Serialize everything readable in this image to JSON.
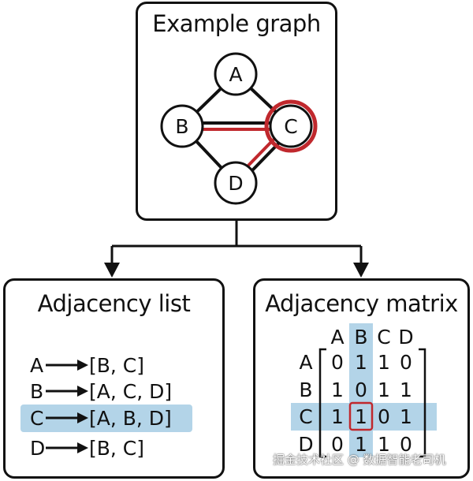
{
  "example": {
    "title": "Example graph"
  },
  "graph": {
    "nodes": [
      "A",
      "B",
      "C",
      "D"
    ],
    "edges": [
      [
        "A",
        "B"
      ],
      [
        "A",
        "C"
      ],
      [
        "B",
        "C"
      ],
      [
        "B",
        "D"
      ],
      [
        "C",
        "D"
      ]
    ],
    "highlight_node": "C",
    "highlight_edges": [
      [
        "B",
        "C"
      ],
      [
        "C",
        "D"
      ]
    ],
    "colors": {
      "highlight": "#c0282d",
      "row_column_highlight": "#b3d4e8",
      "line": "#111111"
    }
  },
  "adj_list": {
    "title": "Adjacency list",
    "rows": [
      {
        "node": "A",
        "neighbors": "[B, C]"
      },
      {
        "node": "B",
        "neighbors": "[A, C, D]"
      },
      {
        "node": "C",
        "neighbors": "[A, B, D]"
      },
      {
        "node": "D",
        "neighbors": "[B, C]"
      }
    ],
    "highlight_row": 2
  },
  "adj_matrix": {
    "title": "Adjacency matrix",
    "col_headers": [
      "A",
      "B",
      "C",
      "D"
    ],
    "row_headers": [
      "A",
      "B",
      "C",
      "D"
    ],
    "cells": [
      [
        "0",
        "1",
        "1",
        "0"
      ],
      [
        "1",
        "0",
        "1",
        "1"
      ],
      [
        "1",
        "1",
        "0",
        "1"
      ],
      [
        "0",
        "1",
        "1",
        "0"
      ]
    ],
    "highlight_row": 2,
    "highlight_col": 1,
    "highlight_cell": [
      2,
      1
    ]
  },
  "watermark": "掘金技术社区 @ 数据智能老司机"
}
